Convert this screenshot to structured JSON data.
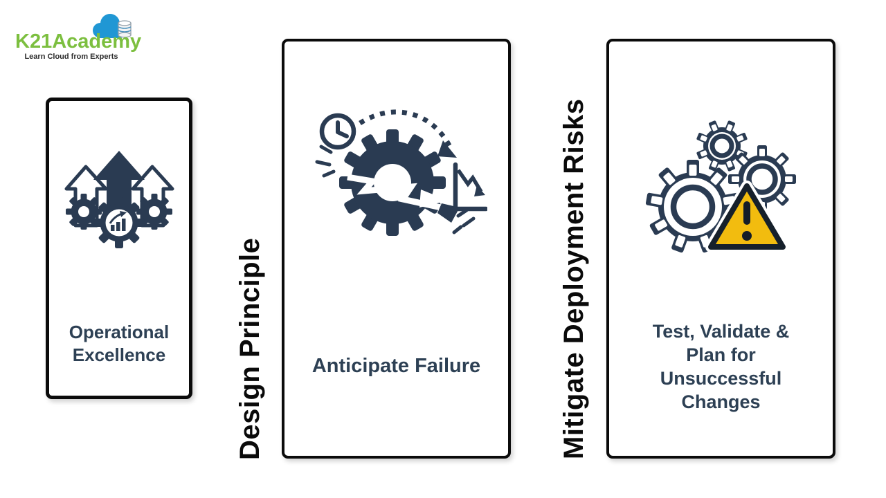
{
  "logo": {
    "brand": "K21Academy",
    "tagline": "Learn Cloud from Experts",
    "brand_color": "#7CBF3F",
    "cloud_color": "#2097D4"
  },
  "vertical_labels": {
    "design_principle": "Design Principle",
    "mitigate_deployment_risks": "Mitigate Deployment Risks"
  },
  "cards": [
    {
      "id": "operational-excellence",
      "title": "Operational Excellence",
      "icon": "growth-arrows-gears-icon"
    },
    {
      "id": "anticipate-failure",
      "title": "Anticipate Failure",
      "icon": "broken-gear-clock-icon"
    },
    {
      "id": "test-validate-plan",
      "title": "Test, Validate & Plan for Unsuccessful Changes",
      "icon": "gears-warning-icon"
    }
  ],
  "colors": {
    "icon_navy": "#2A3B52",
    "title_navy": "#2D4054",
    "label_black": "#0A0A0A",
    "warning_yellow": "#F2BC0F",
    "card_border": "#0B0B0B",
    "background": "#FFFFFF"
  }
}
